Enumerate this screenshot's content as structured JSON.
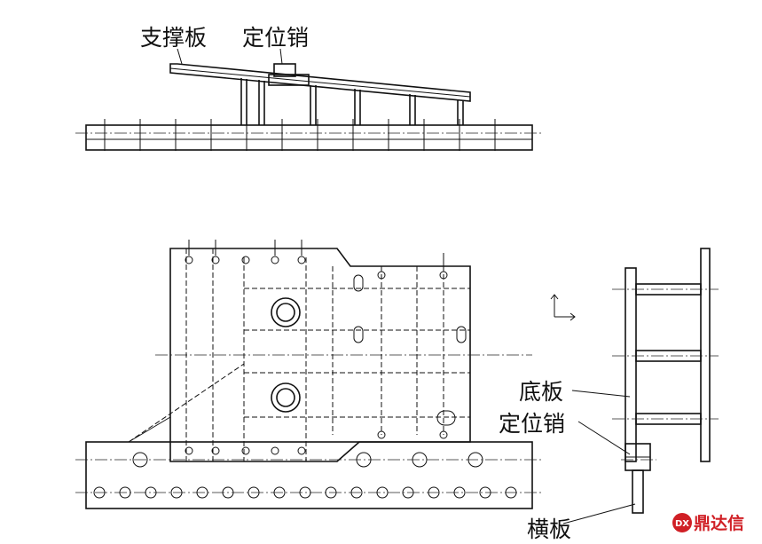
{
  "labels": {
    "support_plate": "支撑板",
    "locating_pin_top": "定位销",
    "base_plate": "底板",
    "locating_pin_side": "定位销",
    "cross_plate": "横板"
  },
  "watermark": {
    "text": "鼎达信",
    "logo_glyph": "DX",
    "color": "#d01f25"
  },
  "colors": {
    "line": "#111111",
    "centerline": "#222222"
  }
}
